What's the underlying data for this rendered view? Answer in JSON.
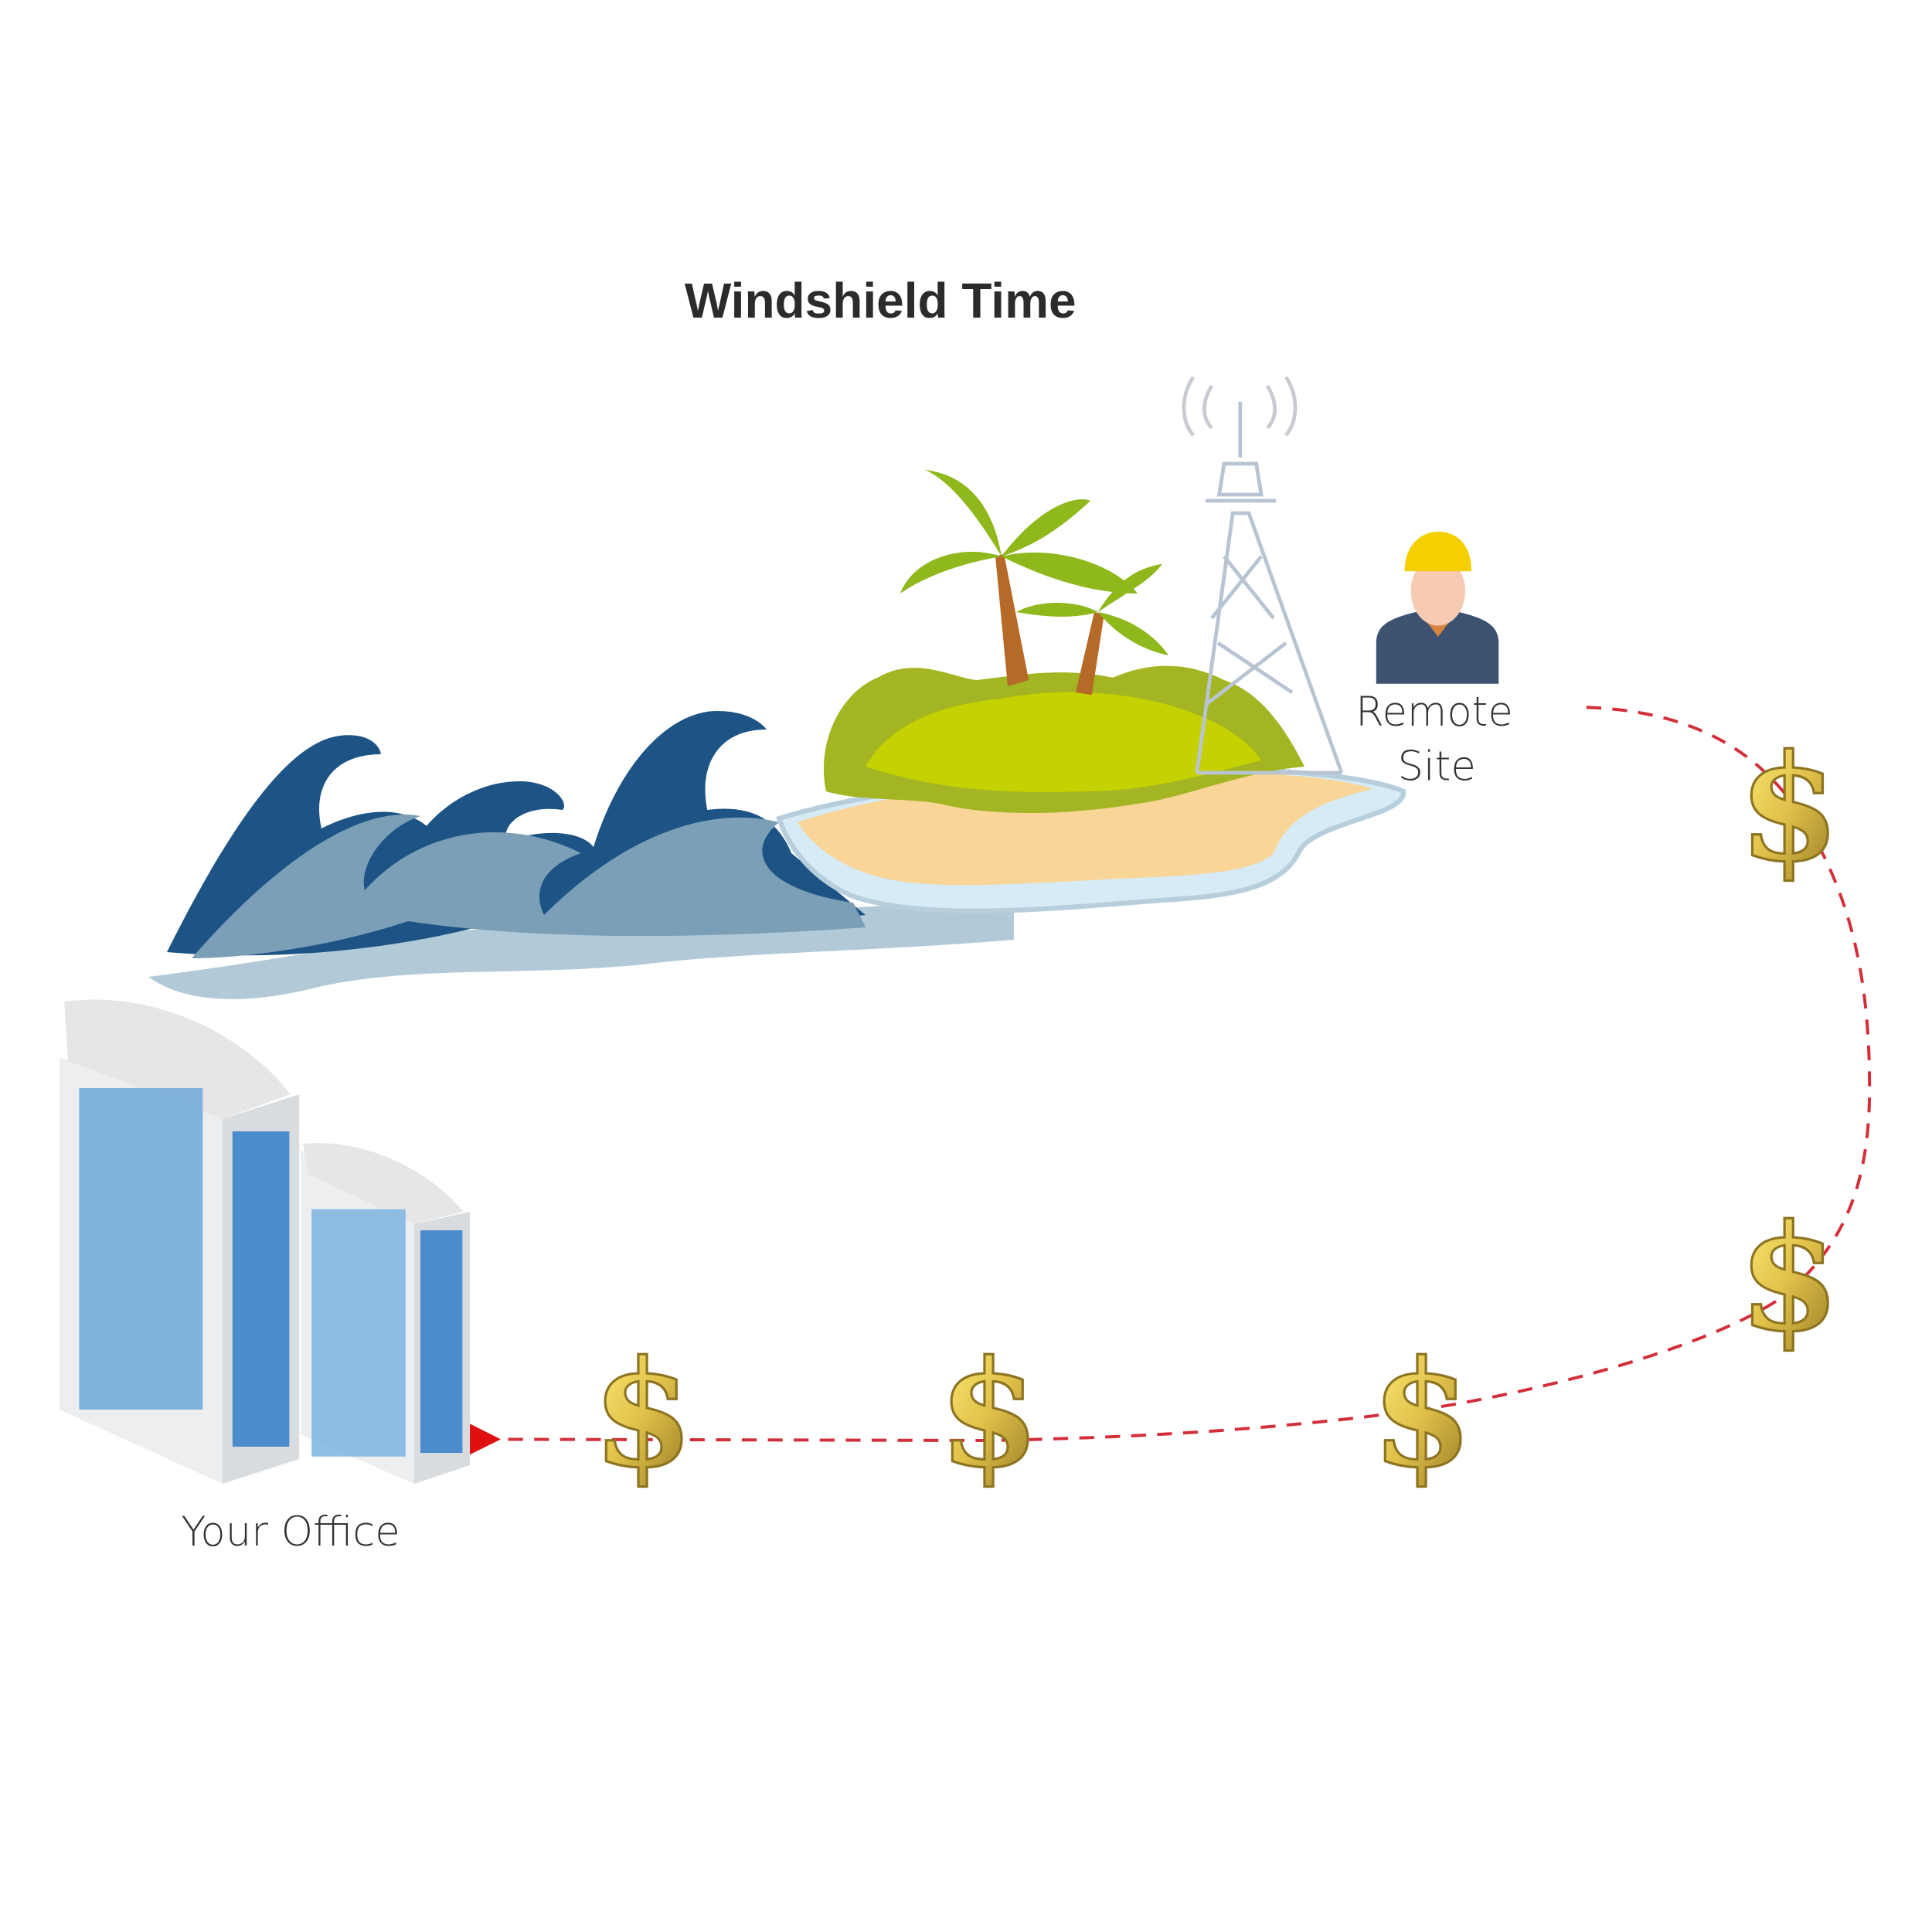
{
  "title": "Windshield Time",
  "nodes": {
    "remote_site": {
      "line1": "Remote",
      "line2": "Site"
    },
    "office": {
      "label": "Your Office"
    }
  },
  "cost_marker": {
    "symbol": "$",
    "count": 5
  },
  "colors": {
    "path": "#d32f3a",
    "wave_dark": "#1d5485",
    "sand": "#f9d597",
    "foliage": "#a3b522"
  }
}
